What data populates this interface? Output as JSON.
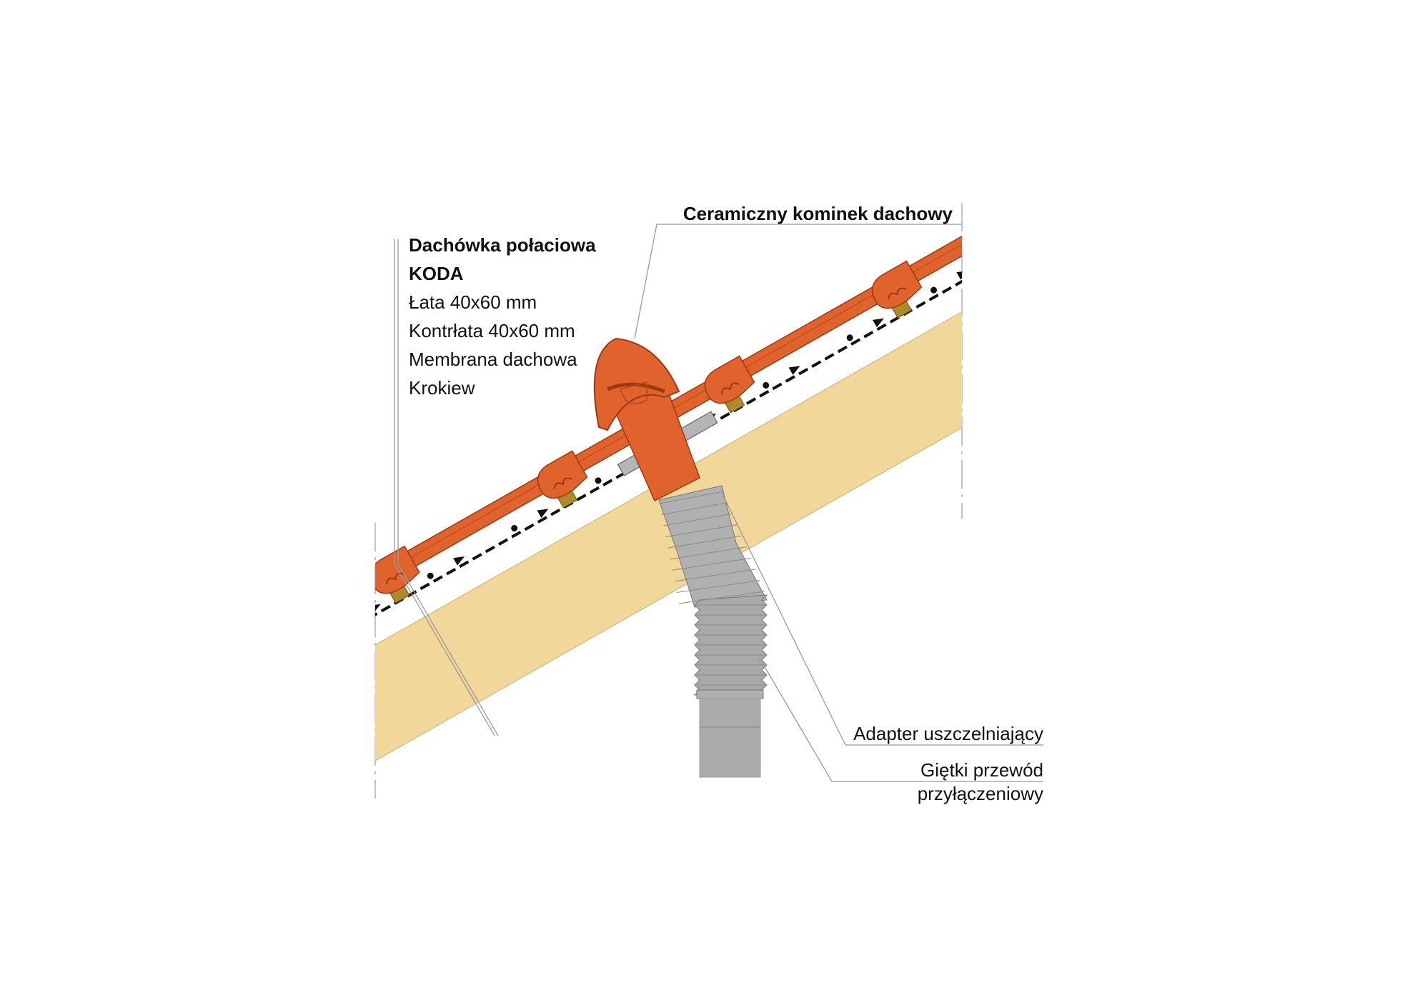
{
  "labels": {
    "chimney": "Ceramiczny kominek dachowy",
    "layers": {
      "tile_line1": "Dachówka połaciowa",
      "tile_line2": "KODA",
      "batten": "Łata 40x60 mm",
      "counter_batten": "Kontrłata 40x60 mm",
      "membrane": "Membrana dachowa",
      "rafter": "Krokiew"
    },
    "adapter": "Adapter uszczelniający",
    "hose_line1": "Giętki przewód",
    "hose_line2": "przyłączeniowy"
  },
  "colors": {
    "tile": "#e0622c",
    "tile_dark": "#b8461a",
    "rafter": "#f2d79a",
    "batten": "#b08a2a",
    "pipe_gray": "#a9a9a9"
  }
}
